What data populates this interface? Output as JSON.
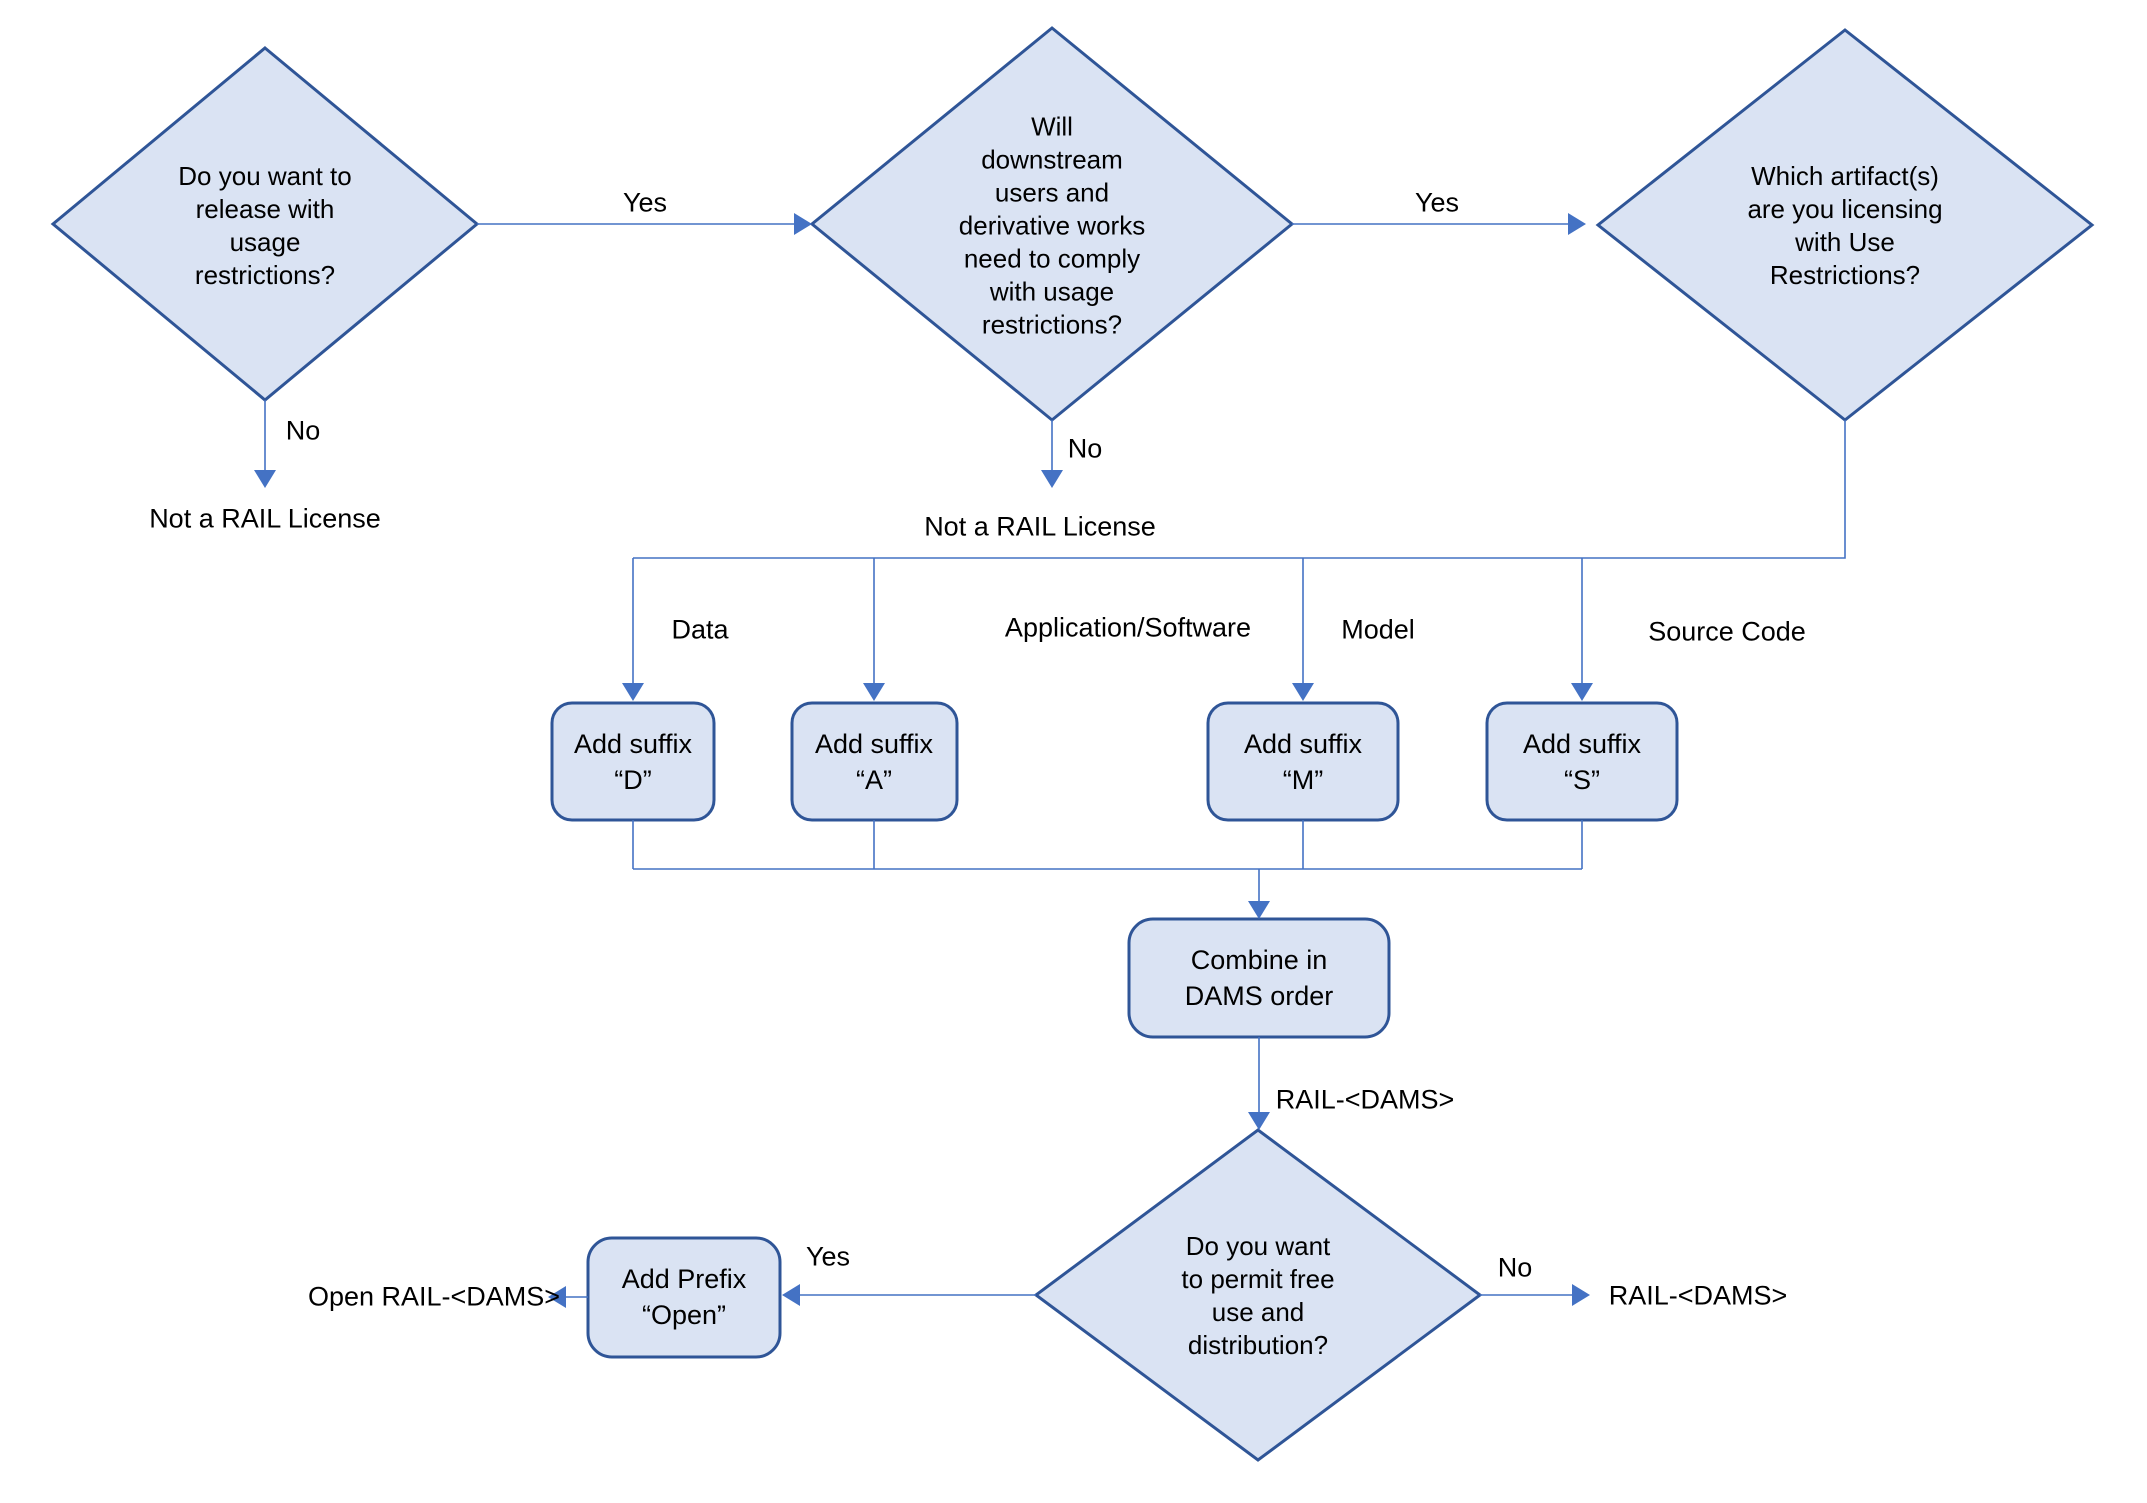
{
  "colors": {
    "node_fill": "#dae3f3",
    "node_border": "#2f5597",
    "connector": "#4472c4",
    "text": "#000000",
    "background": "#ffffff"
  },
  "nodes": {
    "q_usage": {
      "lines": [
        "Do you want to",
        "release with",
        "usage",
        "restrictions?"
      ]
    },
    "q_downstream": {
      "lines": [
        "Will",
        "downstream",
        "users and",
        "derivative works",
        "need to comply",
        "with usage",
        "restrictions?"
      ]
    },
    "q_artifacts": {
      "lines": [
        "Which artifact(s)",
        "are you licensing",
        "with Use",
        "Restrictions?"
      ]
    },
    "suffix_d": {
      "lines": [
        "Add suffix",
        "“D”"
      ]
    },
    "suffix_a": {
      "lines": [
        "Add suffix",
        "“A”"
      ]
    },
    "suffix_m": {
      "lines": [
        "Add suffix",
        "“M”"
      ]
    },
    "suffix_s": {
      "lines": [
        "Add suffix",
        "“S”"
      ]
    },
    "combine": {
      "lines": [
        "Combine in",
        "DAMS order"
      ]
    },
    "prefix_open": {
      "lines": [
        "Add Prefix",
        "“Open”"
      ]
    },
    "q_free_use": {
      "lines": [
        "Do you want",
        "to permit free",
        "use and",
        "distribution?"
      ]
    }
  },
  "edge_labels": {
    "yes_1": "Yes",
    "no_1": "No",
    "not_rail_1": "Not a RAIL License",
    "yes_2": "Yes",
    "no_2": "No",
    "not_rail_2": "Not a RAIL License",
    "branch_data": "Data",
    "branch_app": "Application/Software",
    "branch_model": "Model",
    "branch_source": "Source Code",
    "rail_dams_mid": "RAIL-<DAMS>",
    "yes_3": "Yes",
    "no_3": "No",
    "open_rail_dams": "Open RAIL-<DAMS>",
    "rail_dams_end": "RAIL-<DAMS>"
  }
}
